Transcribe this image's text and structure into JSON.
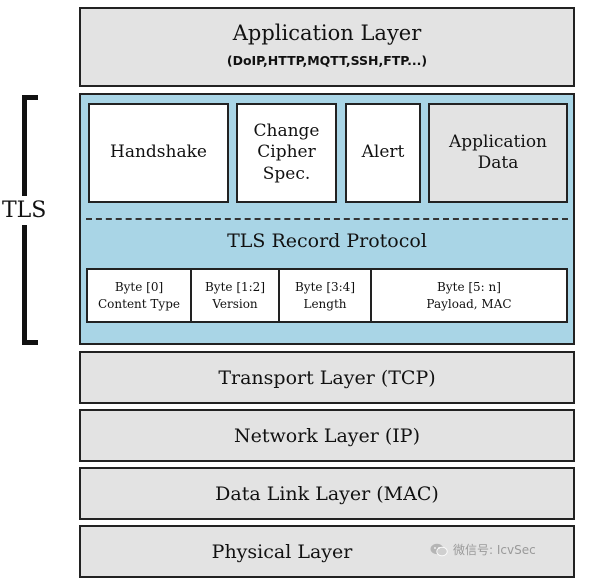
{
  "application_layer": {
    "title": "Application Layer",
    "protocols": "(DoIP,HTTP,MQTT,SSH,FTP...)"
  },
  "tls_label": "TLS",
  "tls_subprotocols": [
    "Handshake",
    "Change Cipher Spec.",
    "Alert",
    "Application Data"
  ],
  "record_protocol": {
    "title": "TLS Record Protocol",
    "fields": [
      {
        "byte": "Byte [0]",
        "name": "Content Type"
      },
      {
        "byte": "Byte [1:2]",
        "name": "Version"
      },
      {
        "byte": "Byte [3:4]",
        "name": "Length"
      },
      {
        "byte": "Byte [5: n]",
        "name": "Payload, MAC"
      }
    ]
  },
  "layers": {
    "transport": "Transport Layer (TCP)",
    "network": "Network Layer (IP)",
    "datalink": "Data Link Layer (MAC)",
    "physical": "Physical Layer"
  },
  "watermark": "微信号: IcvSec",
  "colors": {
    "layer_fill": "#e3e3e3",
    "tls_fill": "#a9d5e6",
    "border": "#222222"
  }
}
